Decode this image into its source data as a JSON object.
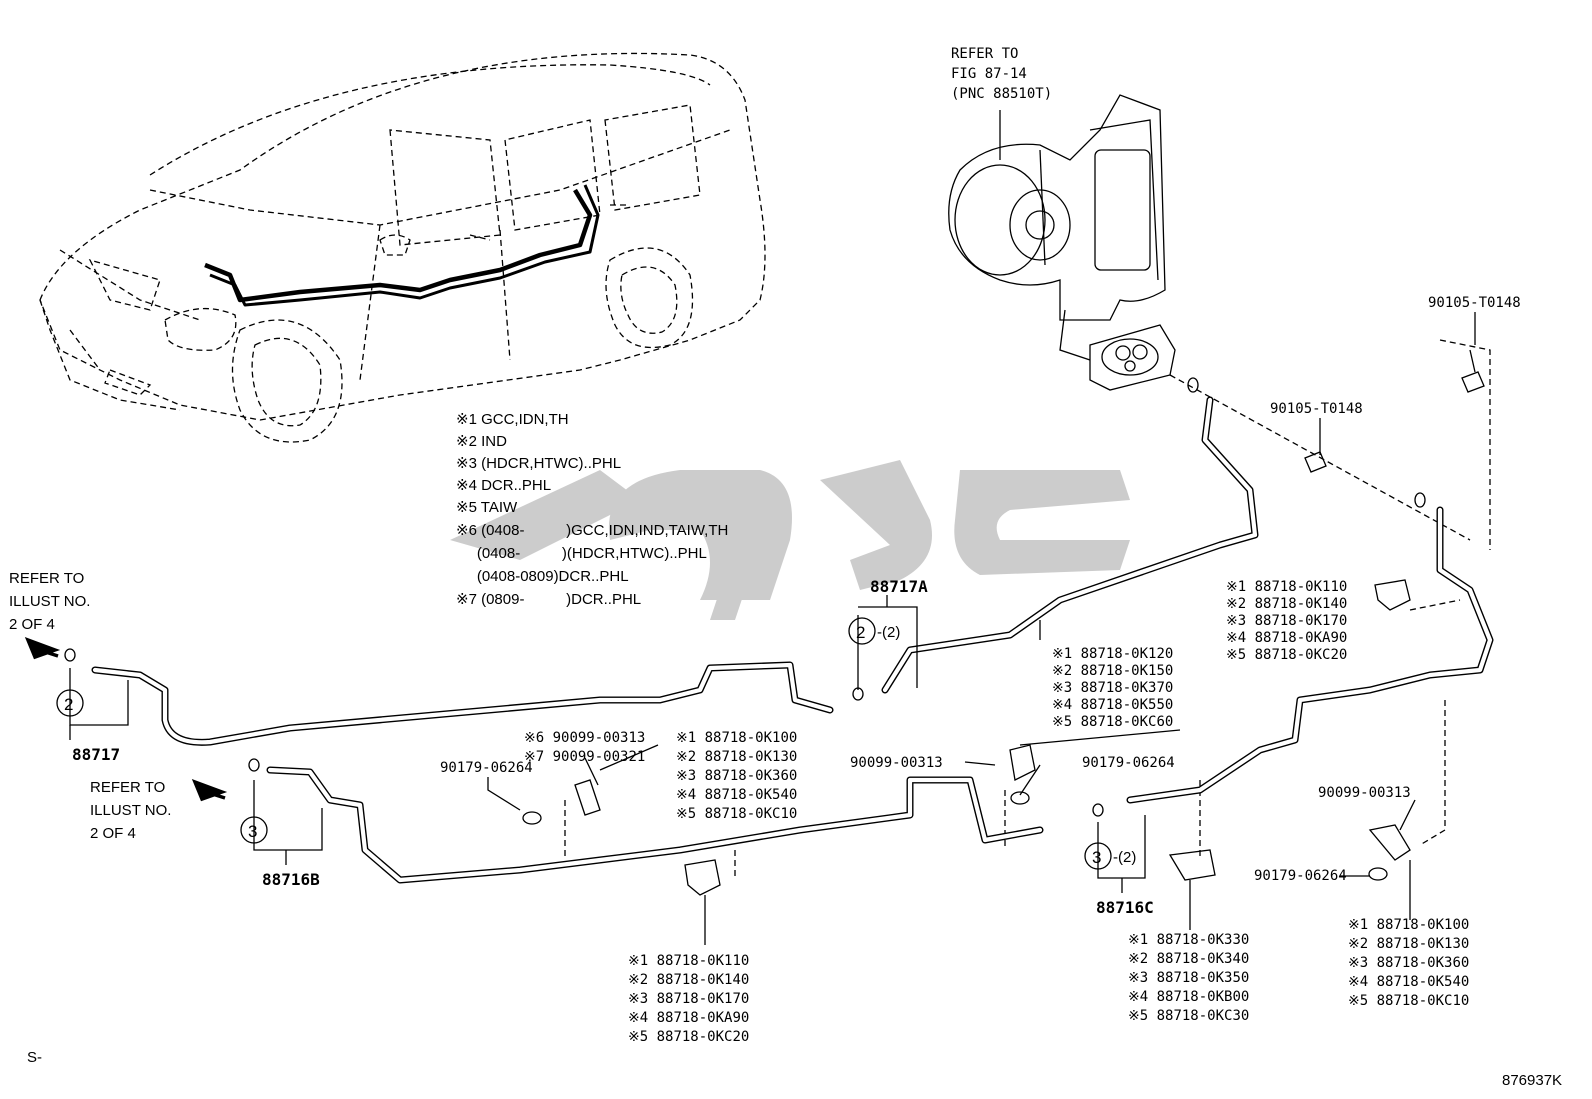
{
  "refer_unit": {
    "line1": "REFER TO",
    "line2": "FIG 87-14",
    "line3": "(PNC 88510T)"
  },
  "refer_left_top": {
    "line1": "REFER TO",
    "line2": "ILLUST NO.",
    "line3": "2 OF 4"
  },
  "refer_left_bottom": {
    "line1": "REFER TO",
    "line2": "ILLUST NO.",
    "line3": "2 OF 4"
  },
  "legend": [
    "※1 GCC,IDN,TH",
    "※2 IND",
    "※3 (HDCR,HTWC)..PHL",
    "※4 DCR..PHL",
    "※5 TAIW",
    "※6 (0408-          )GCC,IDN,IND,TAIW,TH",
    "     (0408-          )(HDCR,HTWC)..PHL",
    "     (0408-0809)DCR..PHL",
    "※7 (0809-          )DCR..PHL"
  ],
  "parts": {
    "p88717": "88717",
    "p88717A": "88717A",
    "p88716B": "88716B",
    "p88716C": "88716C",
    "bolt_top": "90105-T0148",
    "bolt_mid": "90105-T0148",
    "screw_center_left": "90179-06264",
    "screw_center_mid": "90179-06264",
    "bolt_center": "90099-00313",
    "bolt_right": "90099-00313",
    "screw_right": "90179-06264"
  },
  "circles": {
    "c2_left": "2",
    "c3_left": "3",
    "c2_mid": "2",
    "c2_mid_qty": "-(2)",
    "c3_right": "3",
    "c3_right_qty": "-(2)"
  },
  "clamp_groups": {
    "upper_right": [
      "※1 88718-0K110",
      "※2 88718-0K140",
      "※3 88718-0K170",
      "※4 88718-0KA90",
      "※5 88718-0KC20"
    ],
    "center": [
      "※1 88718-0K120",
      "※2 88718-0K150",
      "※3 88718-0K370",
      "※4 88718-0K550",
      "※5 88718-0KC60"
    ],
    "left_bolts": [
      "※6 90099-00313",
      "※7 90099-00321"
    ],
    "left_clamp": [
      "※1 88718-0K100",
      "※2 88718-0K130",
      "※3 88718-0K360",
      "※4 88718-0K540",
      "※5 88718-0KC10"
    ],
    "bottom_left": [
      "※1 88718-0K110",
      "※2 88718-0K140",
      "※3 88718-0K170",
      "※4 88718-0KA90",
      "※5 88718-0KC20"
    ],
    "bottom_mid": [
      "※1 88718-0K330",
      "※2 88718-0K340",
      "※3 88718-0K350",
      "※4 88718-0KB00",
      "※5 88718-0KC30"
    ],
    "bottom_right": [
      "※1 88718-0K100",
      "※2 88718-0K130",
      "※3 88718-0K360",
      "※4 88718-0K540",
      "※5 88718-0KC10"
    ]
  },
  "footer": {
    "left_mark": "S-",
    "code": "876937K"
  }
}
